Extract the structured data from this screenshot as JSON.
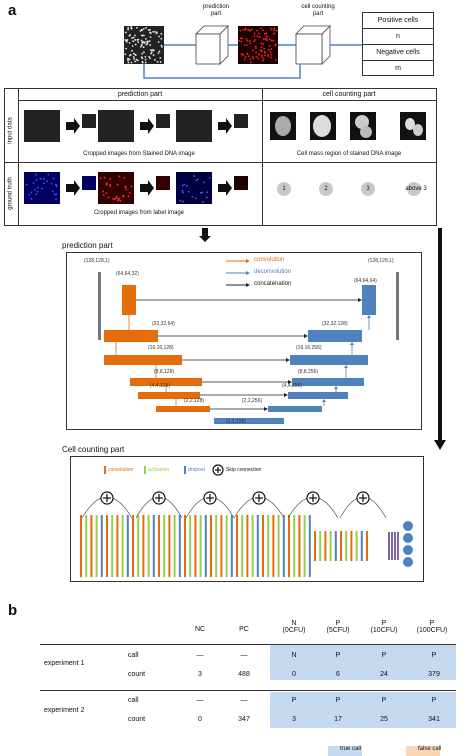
{
  "panel_a": {
    "label": "a",
    "overview": {
      "prediction_part_label": "prediction\npart",
      "cell_counting_part_label": "cell counting\npart",
      "result_table": {
        "rows": [
          "Positive cells",
          "n",
          "Negative cells",
          "m"
        ]
      }
    },
    "grid": {
      "col_headers": [
        "prediction part",
        "cell counting part"
      ],
      "row_labels": [
        "input data",
        "ground truth"
      ],
      "input_caption": "Cropped images from Stained DNA image",
      "mass_caption": "Cell mass region of stained DNA image",
      "label_caption": "Cropped images from label image",
      "counts": [
        "1",
        "2",
        "3",
        "above 3"
      ]
    },
    "unet": {
      "title": "prediction part",
      "legend": [
        "convolution",
        "deconvolution",
        "concatenation"
      ],
      "legend_colors": [
        "#e46c0a",
        "#4f81bd",
        "#222222"
      ],
      "shapes_left": [
        "(128,128,1)",
        "(64,64,32)",
        "(32,32,64)",
        "(16,16,128)",
        "(8,8,128)",
        "(4,4,128)",
        "(2,2,128)"
      ],
      "shapes_right": [
        "(128,128,1)",
        "(64,64,64)",
        "(32,32,128)",
        "(16,16,256)",
        "(8,8,256)",
        "(4,4,256)",
        "(2,2,256)"
      ],
      "bottom_shape": "(1,1,128)"
    },
    "cnn": {
      "title": "Cell counting part",
      "legend": [
        "convolution",
        "activation",
        "dropout",
        "Skip connection"
      ],
      "legend_colors": [
        "#e46c0a",
        "#92d050",
        "#4f81bd",
        "#222222"
      ]
    }
  },
  "panel_b": {
    "label": "b",
    "table": {
      "columns": [
        "NC",
        "PC",
        "N\n(0CFU)",
        "P\n(5CFU)",
        "P\n(10CFU)",
        "P\n(100CFU)"
      ],
      "experiments": [
        {
          "name": "experiment 1",
          "call": [
            "—",
            "—",
            "N",
            "P",
            "P",
            "P"
          ],
          "count": [
            "3",
            "488",
            "0",
            "6",
            "24",
            "379"
          ]
        },
        {
          "name": "experiment 2",
          "call": [
            "—",
            "—",
            "P",
            "P",
            "P",
            "P"
          ],
          "count": [
            "0",
            "347",
            "3",
            "17",
            "25",
            "341"
          ]
        }
      ],
      "row_labels": [
        "call",
        "count"
      ]
    },
    "legend": [
      {
        "label": "true call",
        "color": "#c5d9f1"
      },
      {
        "label": "false call",
        "color": "#fbd4b4"
      }
    ]
  }
}
